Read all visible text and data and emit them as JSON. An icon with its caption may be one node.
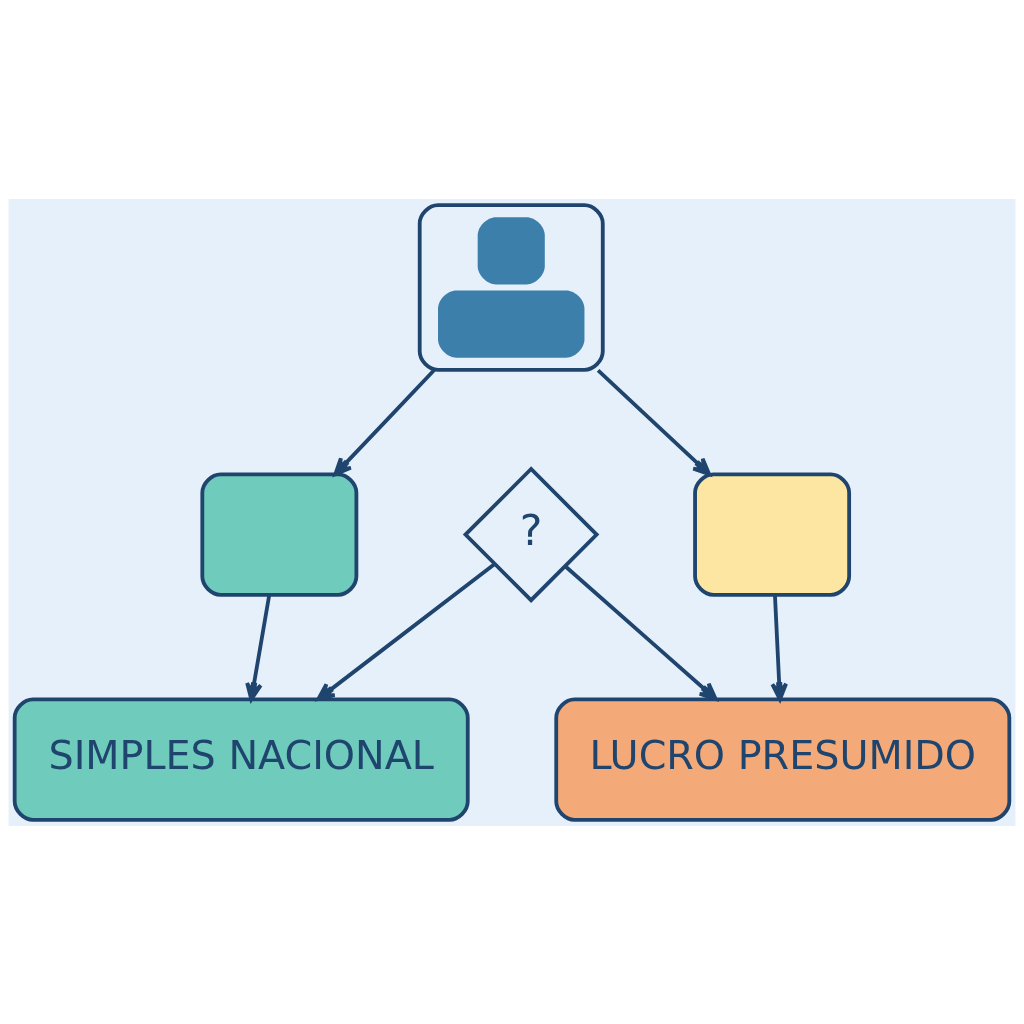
{
  "diagram": {
    "nodes": [
      {
        "text": [],
        "shape": "person"
      },
      {
        "text": [],
        "shape": "box"
      },
      {
        "text": [],
        "shape": "box"
      },
      {
        "text": [
          "?"
        ]
      },
      {
        "text": [
          "SIMPLES NACIONAL"
        ]
      },
      {
        "text": [
          "LUCRO PRESUMIDO"
        ]
      }
    ],
    "edges": [
      {
        "from": 0,
        "to": 1,
        "arrow": "to"
      },
      {
        "from": 0,
        "to": 2,
        "arrow": "to"
      },
      {
        "from": 1,
        "to": 4,
        "arrow": "to"
      },
      {
        "from": 2,
        "to": 5,
        "arrow": "to"
      },
      {
        "from": 3,
        "to": 4,
        "arrow": "to"
      },
      {
        "from": 3,
        "to": 5,
        "arrow": "to"
      }
    ]
  }
}
